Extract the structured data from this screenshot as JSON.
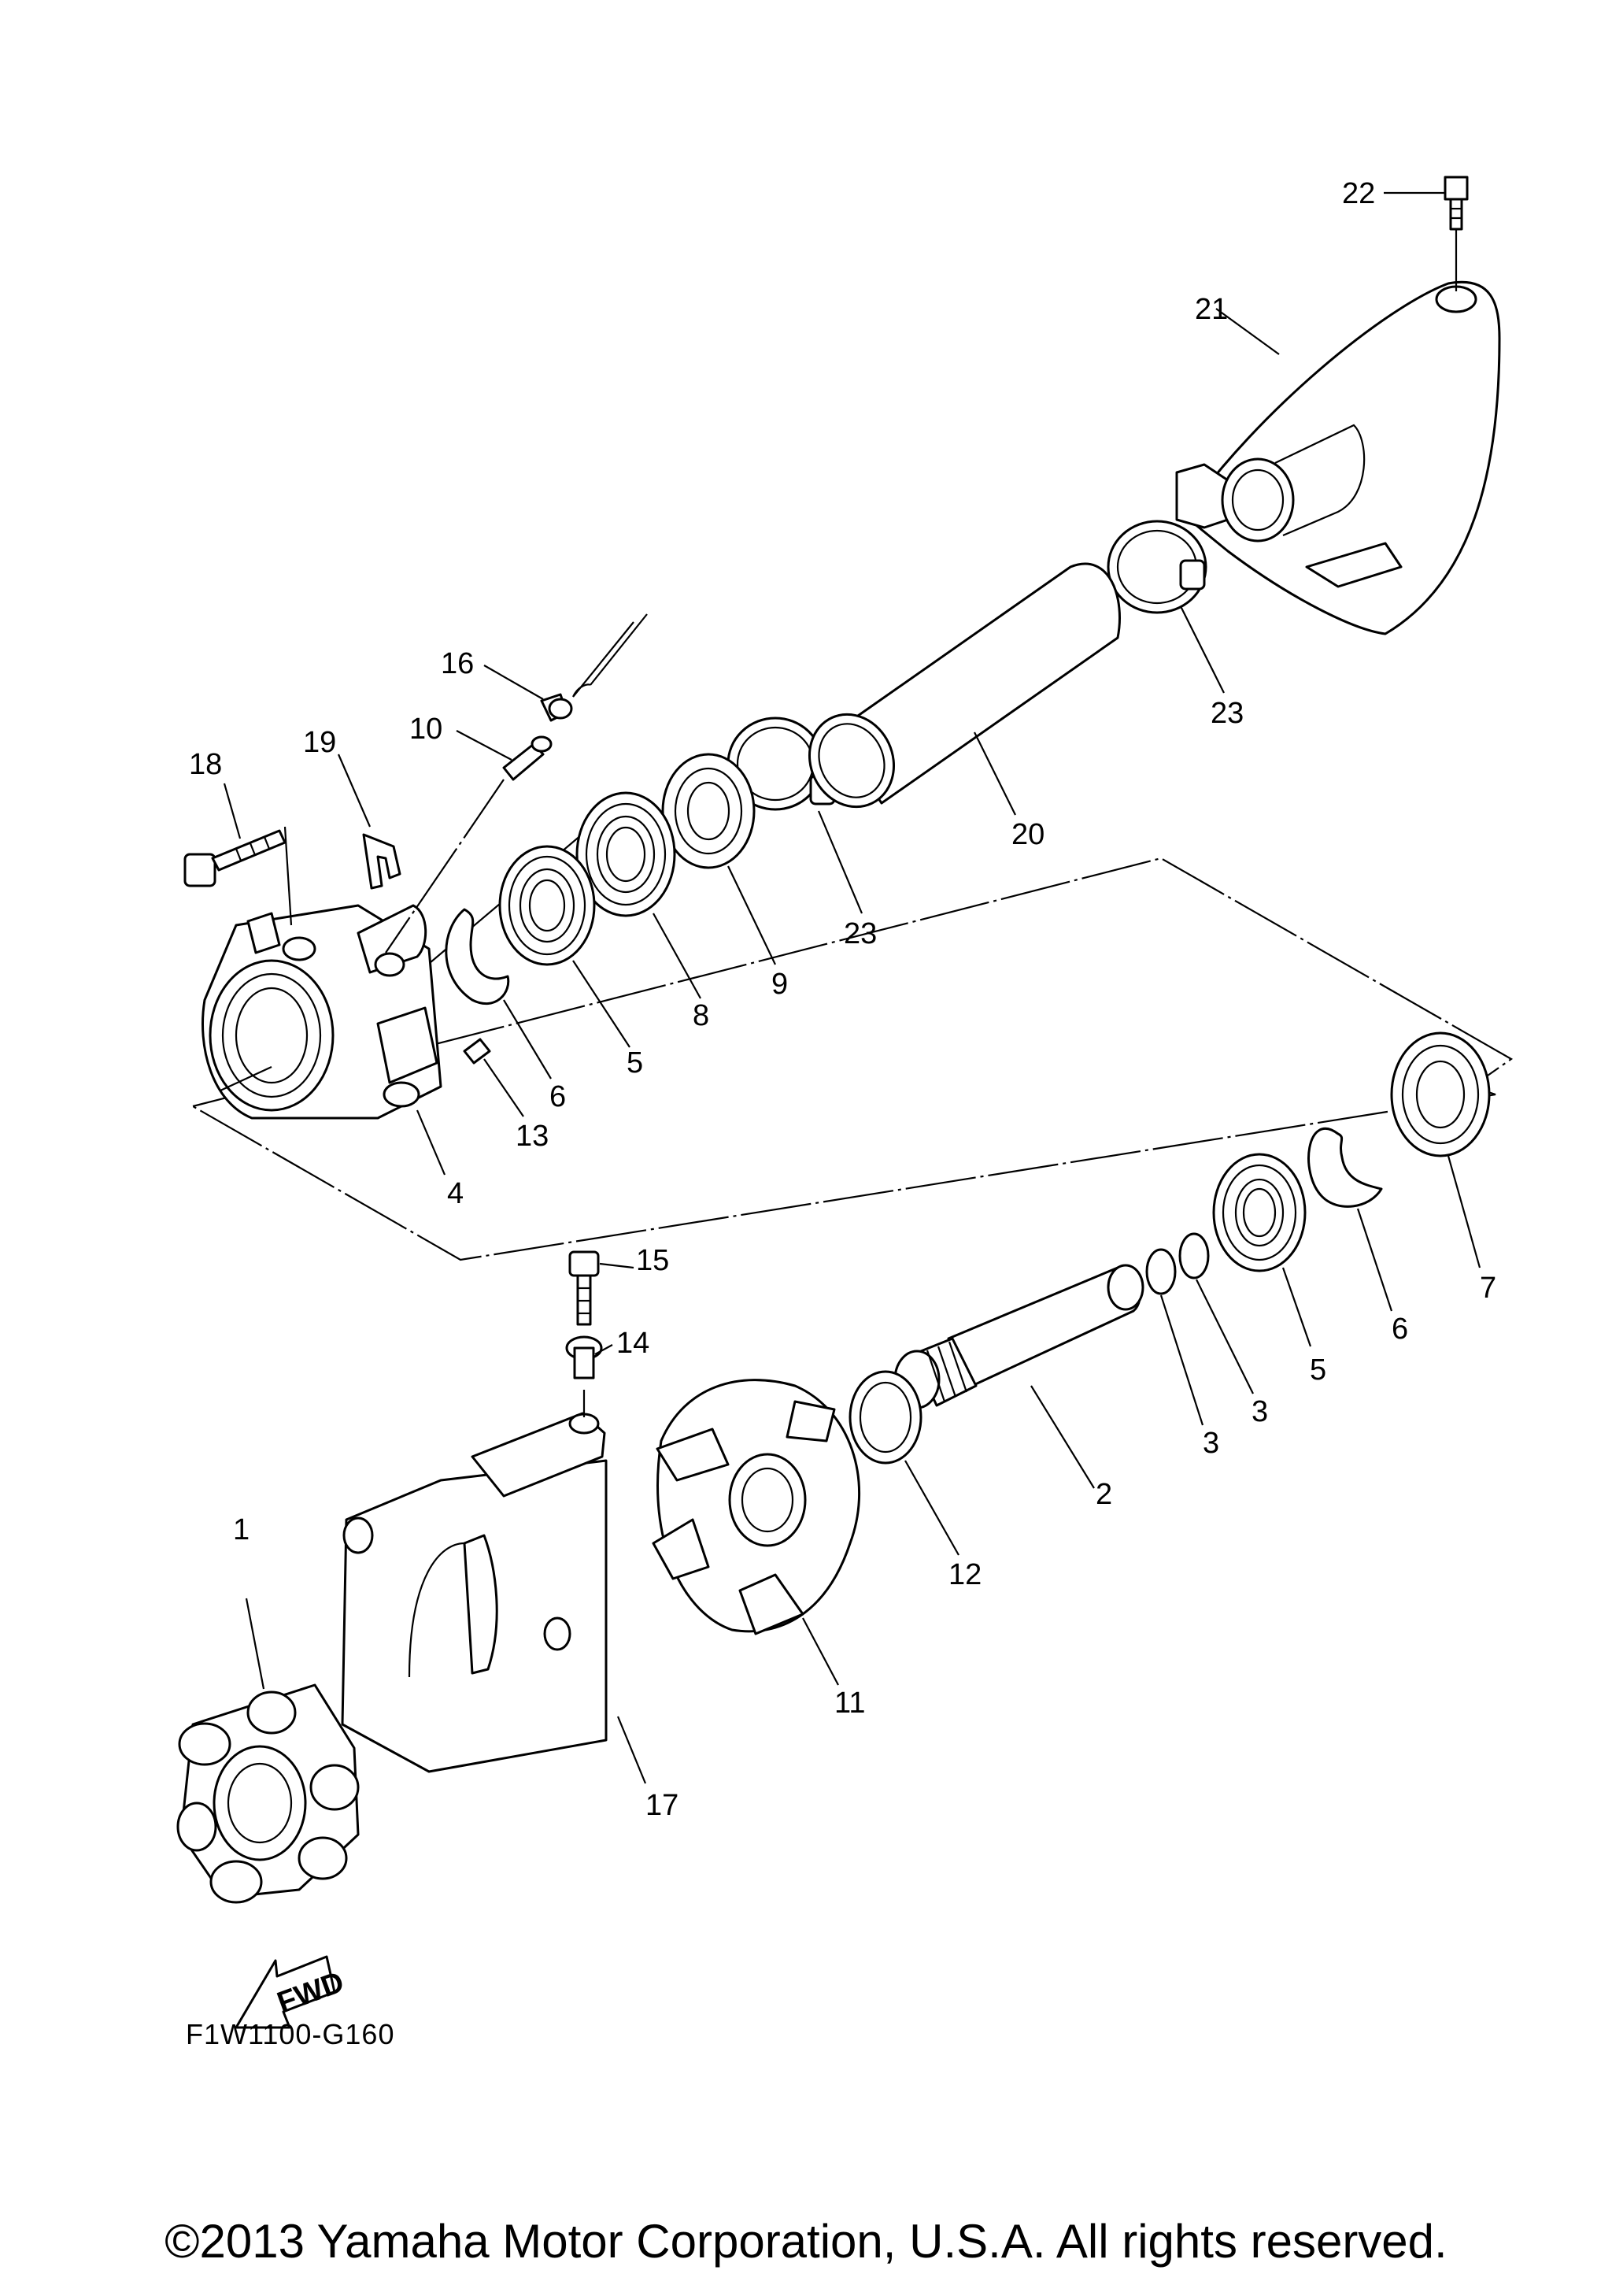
{
  "diagram": {
    "figure_code": "F1W1100-G160",
    "copyright": "©2013 Yamaha Motor Corporation, U.S.A. All rights reserved.",
    "fwd_label": "FWD",
    "callouts": [
      "1",
      "2",
      "3",
      "3",
      "4",
      "5",
      "5",
      "6",
      "6",
      "7",
      "8",
      "9",
      "10",
      "11",
      "12",
      "13",
      "14",
      "15",
      "16",
      "17",
      "18",
      "19",
      "20",
      "21",
      "22",
      "23",
      "23"
    ]
  }
}
